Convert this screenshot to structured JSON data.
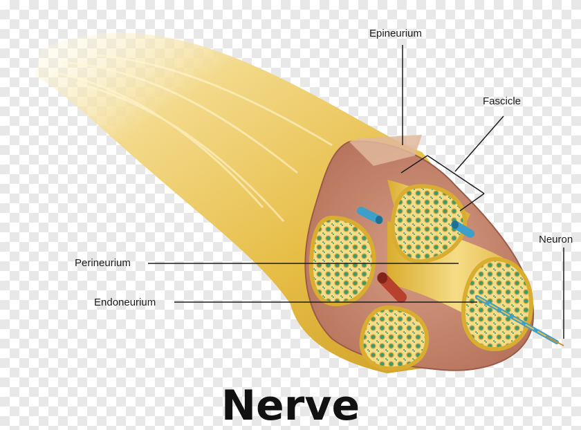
{
  "title": "Nerve",
  "labels": {
    "epineurium": "Epineurium",
    "fascicle": "Fascicle",
    "neuron": "Neuron",
    "perineurium": "Perineurium",
    "endoneurium": "Endoneurium"
  },
  "colors": {
    "nerve_yellow": "#e8c04a",
    "nerve_highlight": "#fff3c4",
    "epineurium_pink": "#c98f7e",
    "axon_green": "#3e9a6a",
    "vein_blue": "#3ea0c8",
    "artery_red": "#b8412e",
    "leader_line": "#1a1a1a"
  }
}
